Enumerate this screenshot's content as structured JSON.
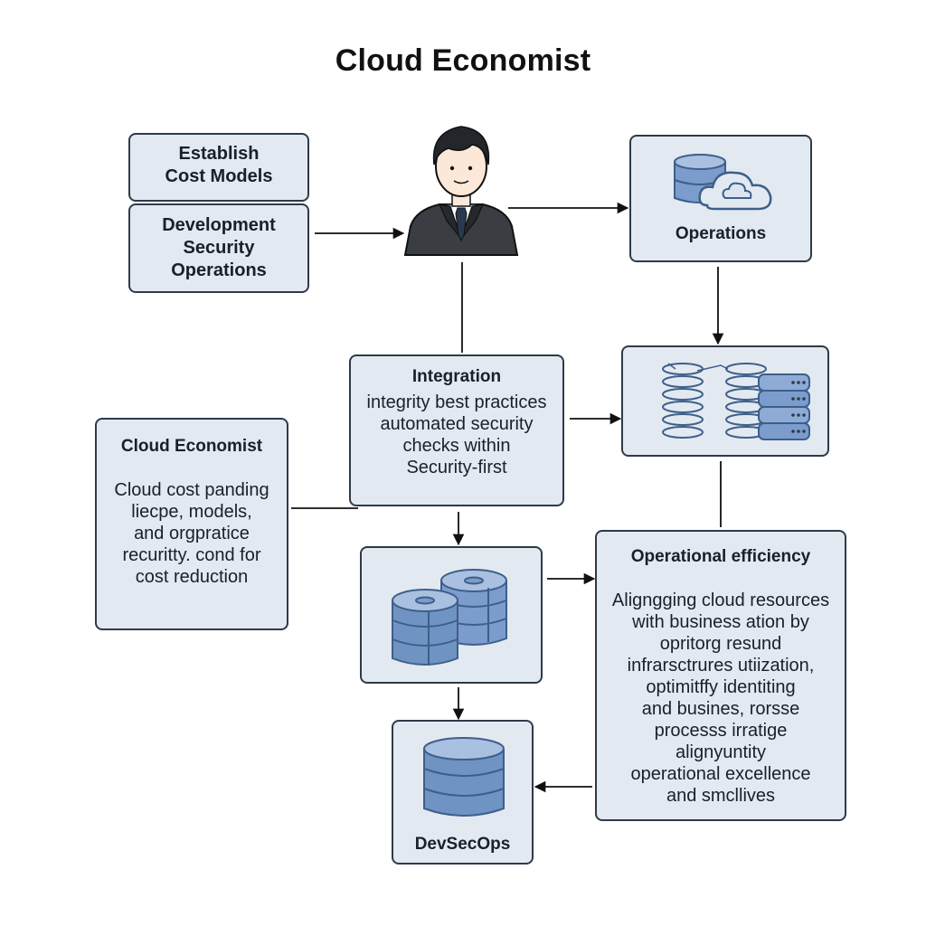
{
  "title": "Cloud Economist",
  "boxes": {
    "establish": {
      "lines": [
        "Establish",
        "Cost Models"
      ]
    },
    "dev_sec_ops": {
      "lines": [
        "Development",
        "Security",
        "Operations"
      ]
    },
    "operations": {
      "label": "Operations"
    },
    "integration": {
      "heading": "Integration",
      "lines": [
        "integrity best practices",
        "automated security",
        "checks within",
        "Security-first"
      ]
    },
    "cloud_economist": {
      "heading": "Cloud Economist",
      "lines": [
        "Cloud cost panding",
        "liecpe, models,",
        "and orgpratice",
        "recuritty. cond for",
        "cost reduction"
      ]
    },
    "operational_efficiency": {
      "heading": "Operational efficiency",
      "lines": [
        "Aligngging cloud resources",
        "with business ation by",
        "opritorg resund",
        "infrarsctrures utiization,",
        "optimitffy identiting",
        "and busines, rorsse",
        "processs irratige",
        "alignyuntity",
        "operational excellence",
        "and smcllives"
      ]
    },
    "devsecops": {
      "label": "DevSecOps"
    }
  },
  "icons": {
    "person": "businessman-icon",
    "operations": "database-cloud-icon",
    "storage_cluster": "database-cluster-icon",
    "disks": "disk-stack-icon",
    "devsecops": "database-icon"
  },
  "colors": {
    "box_fill": "#e3e9f1",
    "box_border": "#2d3a4a",
    "icon_blue": "#6f93c2",
    "icon_stroke": "#3d5f8a",
    "line": "#111111"
  }
}
